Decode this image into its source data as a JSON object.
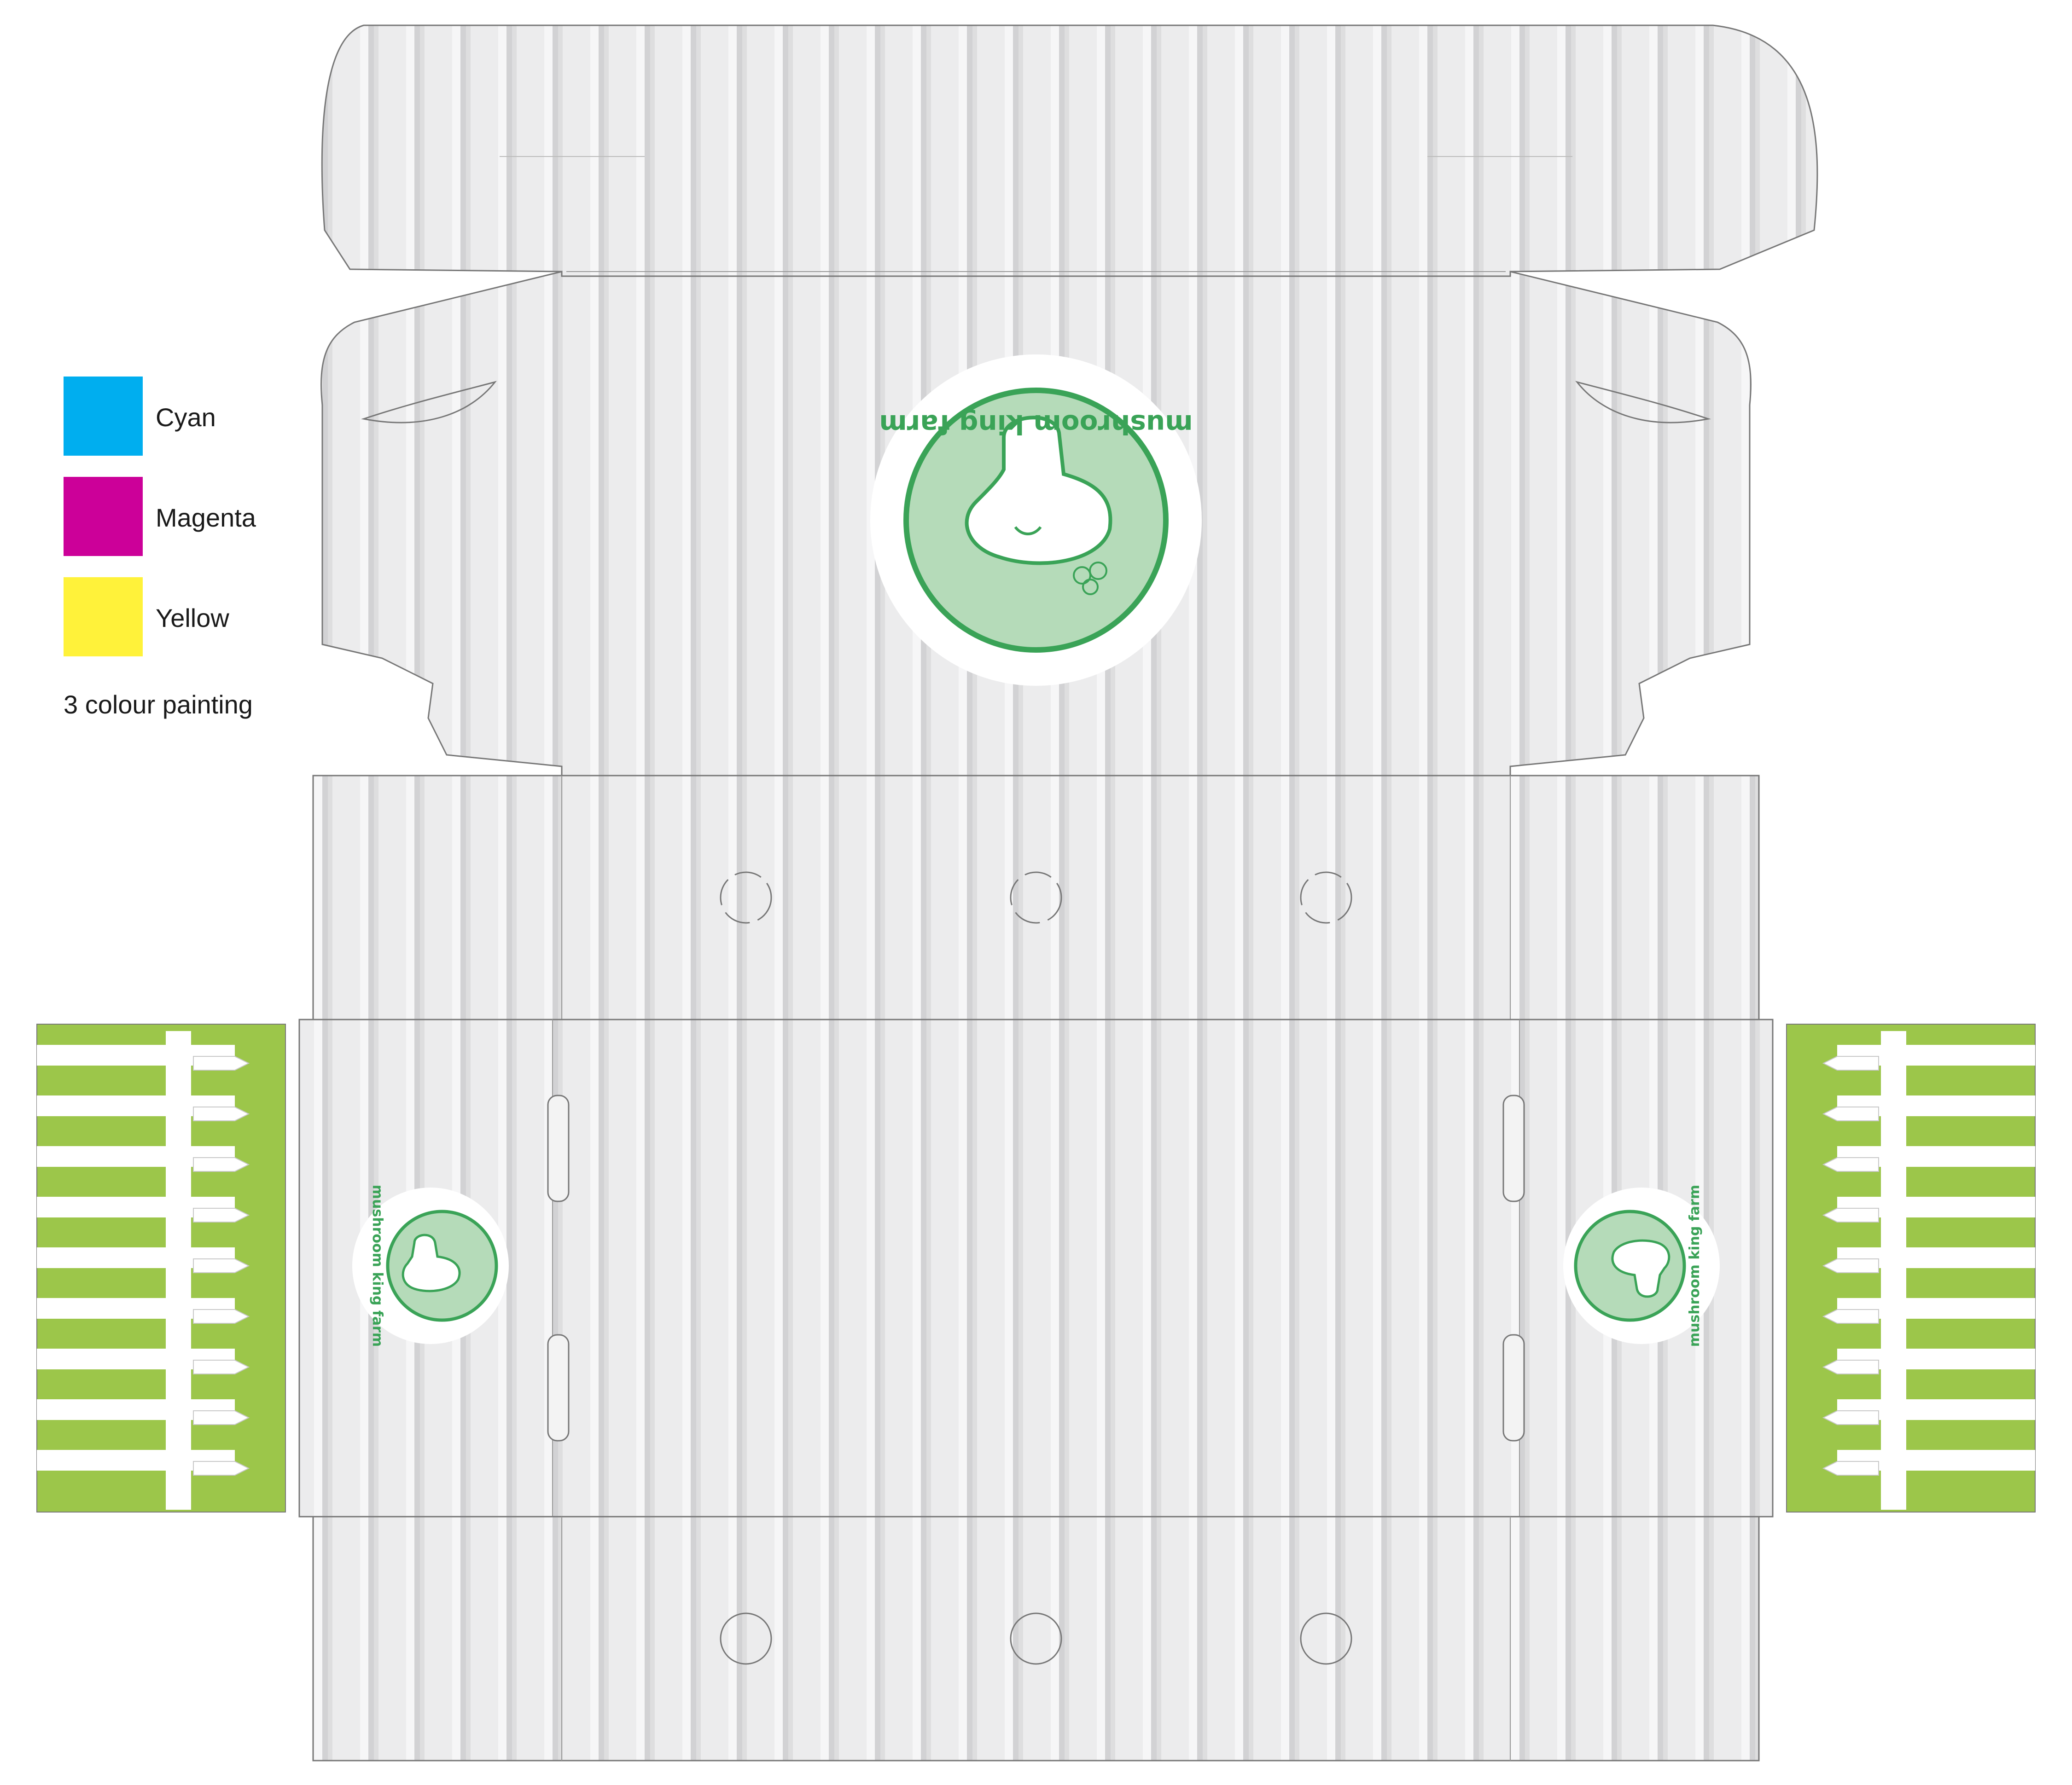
{
  "legend": {
    "swatches": [
      {
        "label": "Cyan",
        "color": "#00aeef"
      },
      {
        "label": "Magenta",
        "color": "#cc0099"
      },
      {
        "label": "Yellow",
        "color": "#fff23a"
      }
    ],
    "note": "3 colour painting"
  },
  "brand": {
    "name": "mushroom king farm",
    "primary_color": "#3aa357",
    "circle_fill": "#b5dbb9",
    "side_panel_color": "#9cc64a"
  },
  "board": {
    "base_color": "#e9e9ea",
    "stripe_color": "#d3d3d5",
    "cut_line_color": "#777777"
  }
}
